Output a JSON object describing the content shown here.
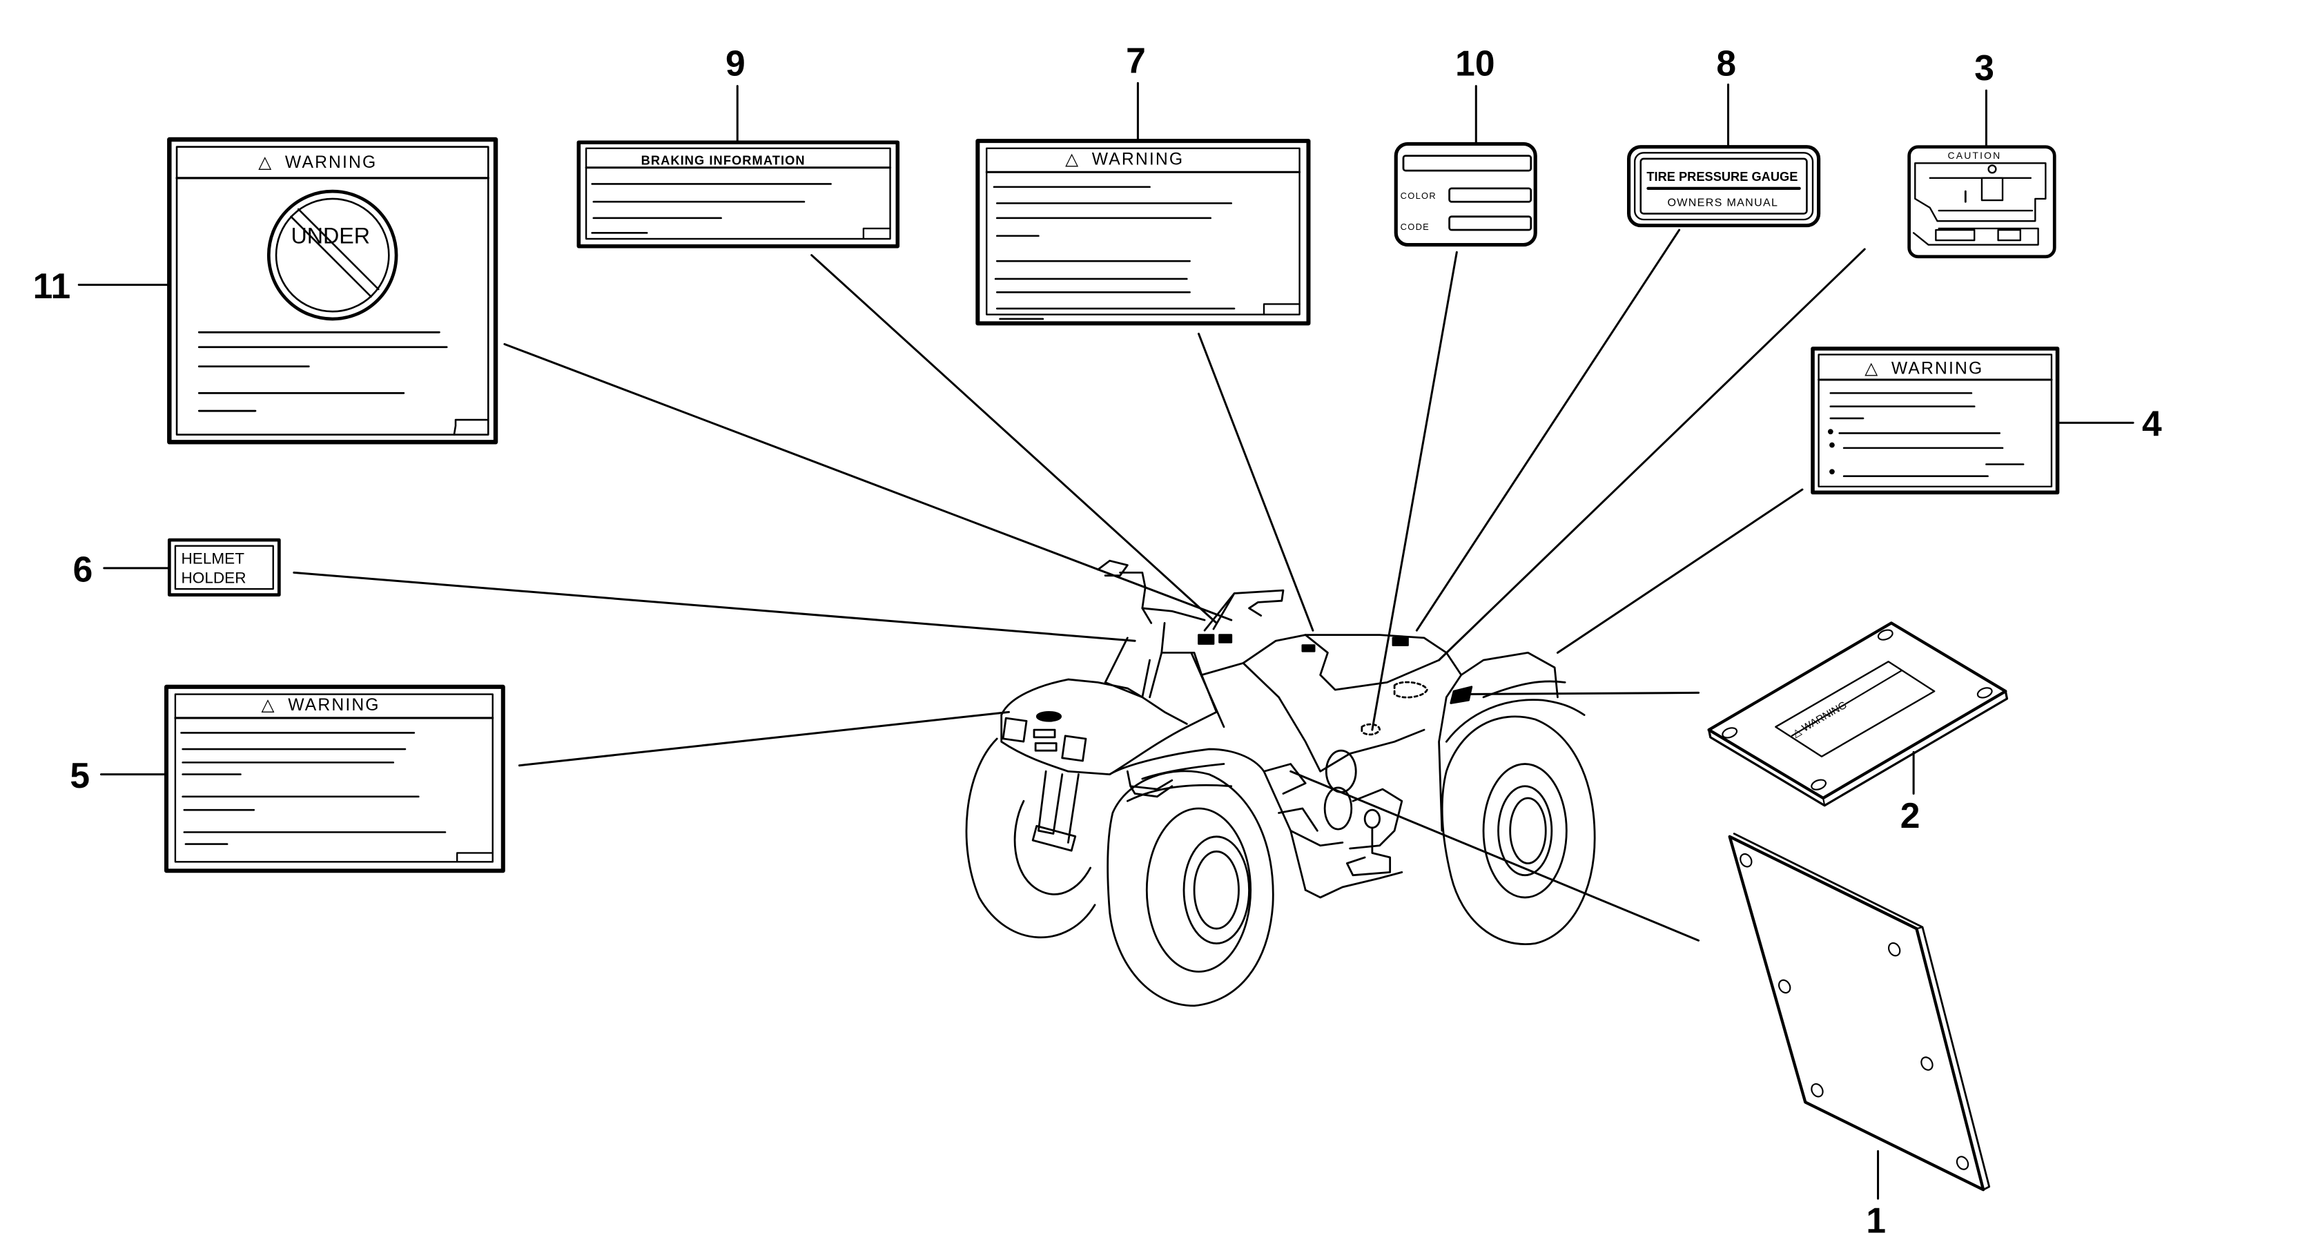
{
  "diagram": {
    "title": "ATV label/decal locations (parts diagram)",
    "colors": {
      "ink": "#000000",
      "background": "#ffffff"
    },
    "callouts": [
      {
        "id": 1,
        "number": "1",
        "part": "blank-plate"
      },
      {
        "id": 2,
        "number": "2",
        "part": "warning-plate"
      },
      {
        "id": 3,
        "number": "3",
        "part": "caution-label"
      },
      {
        "id": 4,
        "number": "4",
        "part": "warning-label"
      },
      {
        "id": 5,
        "number": "5",
        "part": "warning-label"
      },
      {
        "id": 6,
        "number": "6",
        "part": "helmet-holder-label"
      },
      {
        "id": 7,
        "number": "7",
        "part": "warning-label"
      },
      {
        "id": 8,
        "number": "8",
        "part": "tire-pressure-gauge-label"
      },
      {
        "id": 9,
        "number": "9",
        "part": "braking-information-label"
      },
      {
        "id": 10,
        "number": "10",
        "part": "color-code-label"
      },
      {
        "id": 11,
        "number": "11",
        "part": "warning-under-label"
      }
    ],
    "labels": {
      "warning": "WARNING",
      "under": "UNDER",
      "braking": "BRAKING INFORMATION",
      "color": "COLOR",
      "code": "CODE",
      "tire_pressure": "TIRE PRESSURE GAUGE",
      "owners_manual": "OWNERS MANUAL",
      "caution": "CAUTION",
      "helmet_line1": "HELMET",
      "helmet_line2": "HOLDER",
      "warning_triangle": "△"
    }
  }
}
